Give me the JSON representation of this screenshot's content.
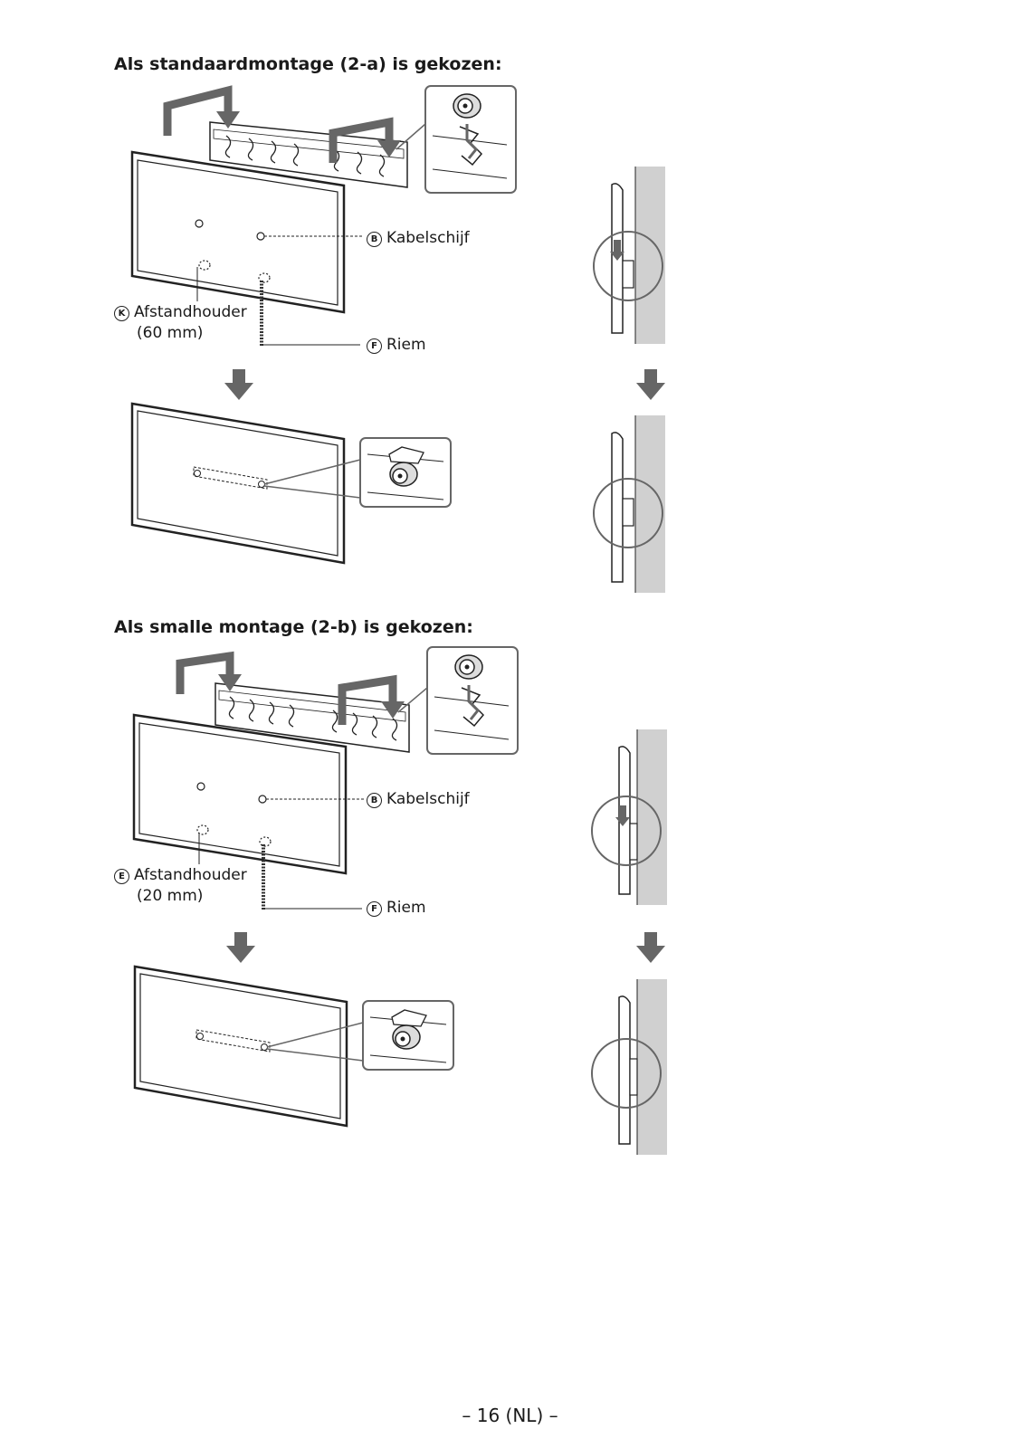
{
  "sections": [
    {
      "heading": "Als standaardmontage (2-a) is gekozen:",
      "labels": {
        "pulley": {
          "letter": "B",
          "text": "Kabelschijf"
        },
        "spacer": {
          "letter": "K",
          "text": "Afstandhouder",
          "size": "(60 mm)"
        },
        "belt": {
          "letter": "F",
          "text": "Riem"
        }
      }
    },
    {
      "heading": "Als smalle montage (2-b) is gekozen:",
      "labels": {
        "pulley": {
          "letter": "B",
          "text": "Kabelschijf"
        },
        "spacer": {
          "letter": "E",
          "text": "Afstandhouder",
          "size": "(20 mm)"
        },
        "belt": {
          "letter": "F",
          "text": "Riem"
        }
      }
    }
  ],
  "footer": {
    "page": "– 16 (NL) –"
  },
  "colors": {
    "line": "#222222",
    "arrow": "#666666",
    "wall": "#d0d0d0"
  },
  "icons": [
    "down-arrow-icon",
    "zoom-circle-icon",
    "pulley-icon"
  ]
}
